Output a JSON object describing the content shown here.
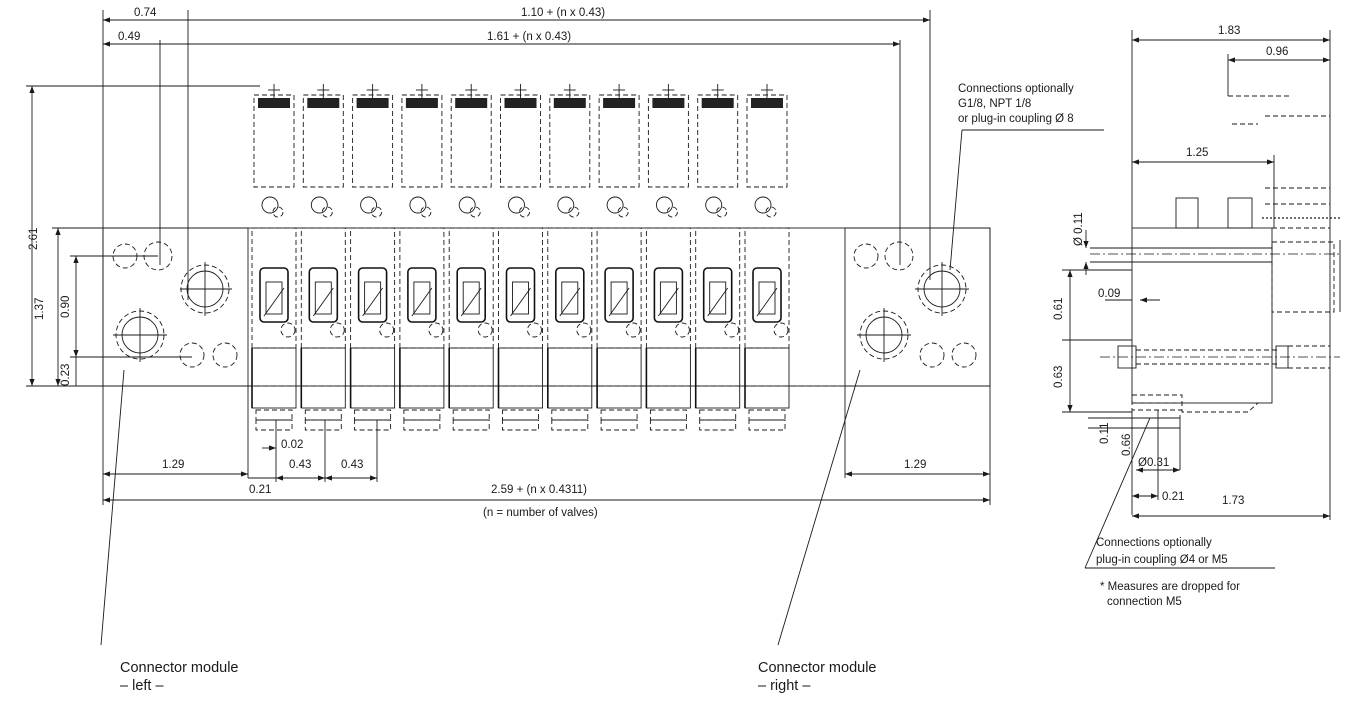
{
  "front_view": {
    "dims_top": {
      "d074": "0.74",
      "d049": "0.49",
      "d110": "1.10 + (n x 0.43)",
      "d161": "1.61 + (n x 0.43)"
    },
    "dims_left": {
      "d261": "2.61",
      "d137": "1.37",
      "d090": "0.90",
      "d023": "0.23"
    },
    "dims_bottom": {
      "d129_left": "1.29",
      "d002": "0.02",
      "d043_a": "0.43",
      "d043_b": "0.43",
      "d021": "0.21",
      "d129_right": "1.29",
      "d259": "2.59 + (n x 0.4311)",
      "n_note": "(n = number of valves)"
    },
    "connections_note": [
      "Connections optionally",
      "G1/8, NPT 1/8",
      "or plug-in coupling Ø 8"
    ],
    "connector_left": [
      "Connector module",
      "– left –"
    ],
    "connector_right": [
      "Connector module",
      "– right –"
    ]
  },
  "side_view": {
    "d183": "1.83",
    "d096": "0.96",
    "d125": "1.25",
    "d011_dia": "Ø 0.11",
    "d009": "0.09",
    "d061": "0.61",
    "d063": "0.63",
    "d011": "0.11",
    "d066": "0.66",
    "d031_dia": "Ø0.31",
    "d021": "0.21",
    "d173": "1.73",
    "connections_note": [
      "Connections optionally",
      "plug-in coupling Ø4 or M5"
    ],
    "measures_note": [
      "* Measures are dropped for",
      "connection M5"
    ]
  }
}
